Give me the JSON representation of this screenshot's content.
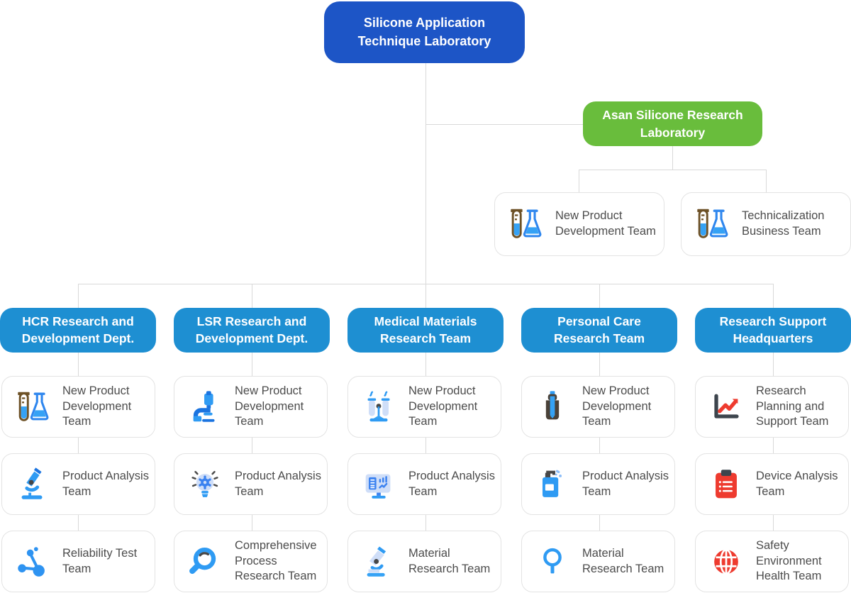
{
  "colors": {
    "root_blue": "#1d55c6",
    "dept_blue": "#1e8fd2",
    "lab_green": "#69bd3c",
    "connector_gray": "#d9d9d9",
    "team_text": "#4c4c4c",
    "icon_blue": "#2f9bf3",
    "icon_red": "#ee3b2f"
  },
  "root": {
    "label": "Silicone Application Technique Laboratory"
  },
  "asan": {
    "label": "Asan Silicone Research Laboratory",
    "teams": [
      {
        "label": "New Product Development Team",
        "icon": "flask-icon"
      },
      {
        "label": "Technicalization Business Team",
        "icon": "flask-icon"
      }
    ]
  },
  "departments": [
    {
      "label": "HCR Research and Development Dept.",
      "teams": [
        {
          "label": "New Product Development Team",
          "icon": "flask-icon"
        },
        {
          "label": "Product Analysis Team",
          "icon": "microscope-icon"
        },
        {
          "label": "Reliability Test Team",
          "icon": "molecule-icon"
        }
      ]
    },
    {
      "label": "LSR Research and Development Dept.",
      "teams": [
        {
          "label": "New Product Development Team",
          "icon": "lab-apparatus-icon"
        },
        {
          "label": "Product Analysis Team",
          "icon": "idea-bulb-gear-icon"
        },
        {
          "label": "Comprehensive Process Research Team",
          "icon": "magnifier-icon"
        }
      ]
    },
    {
      "label": "Medical Materials Research Team",
      "teams": [
        {
          "label": "New Product Development Team",
          "icon": "test-tubes-icon"
        },
        {
          "label": "Product Analysis Team",
          "icon": "monitor-analysis-icon"
        },
        {
          "label": "Material Research Team",
          "icon": "microscope-tilted-icon"
        }
      ]
    },
    {
      "label": "Personal Care Research Team",
      "teams": [
        {
          "label": "New Product Development Team",
          "icon": "dropper-bottle-icon"
        },
        {
          "label": "Product Analysis Team",
          "icon": "pump-bottle-icon"
        },
        {
          "label": "Material Research Team",
          "icon": "magnifier-outline-icon"
        }
      ]
    },
    {
      "label": "Research Support Headquarters",
      "teams": [
        {
          "label": "Research Planning and Support Team",
          "icon": "line-chart-icon"
        },
        {
          "label": "Device Analysis Team",
          "icon": "clipboard-icon"
        },
        {
          "label": "Safety Environment Health Team",
          "icon": "globe-icon"
        }
      ]
    }
  ]
}
